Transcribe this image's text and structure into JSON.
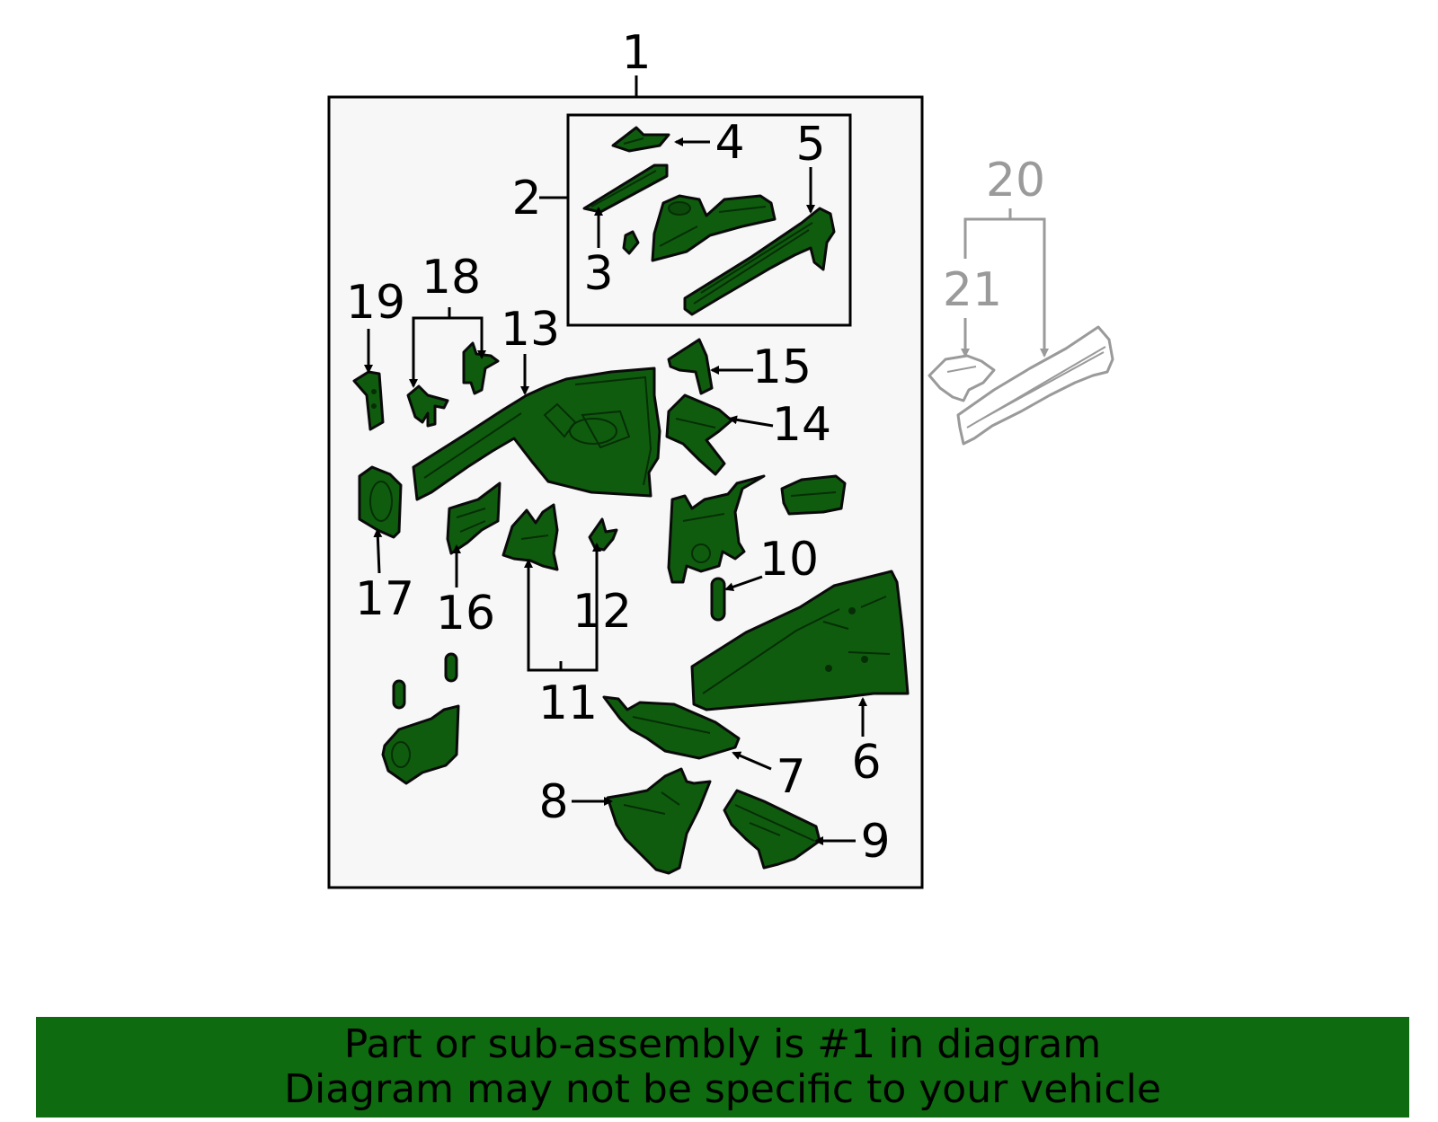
{
  "colors": {
    "part_fill": "#0f5c0f",
    "banner_bg": "#0f6b0f",
    "ghost": "#9a9a9a",
    "frame_bg": "#f7f7f7"
  },
  "callouts": {
    "c1": "1",
    "c2": "2",
    "c3": "3",
    "c4": "4",
    "c5": "5",
    "c6": "6",
    "c7": "7",
    "c8": "8",
    "c9": "9",
    "c10": "10",
    "c11": "11",
    "c12": "12",
    "c13": "13",
    "c14": "14",
    "c15": "15",
    "c16": "16",
    "c17": "17",
    "c18": "18",
    "c19": "19",
    "c20": "20",
    "c21": "21"
  },
  "banner": {
    "line1": "Part or sub-assembly is #1 in diagram",
    "line2": "Diagram may not be specific to your vehicle"
  }
}
